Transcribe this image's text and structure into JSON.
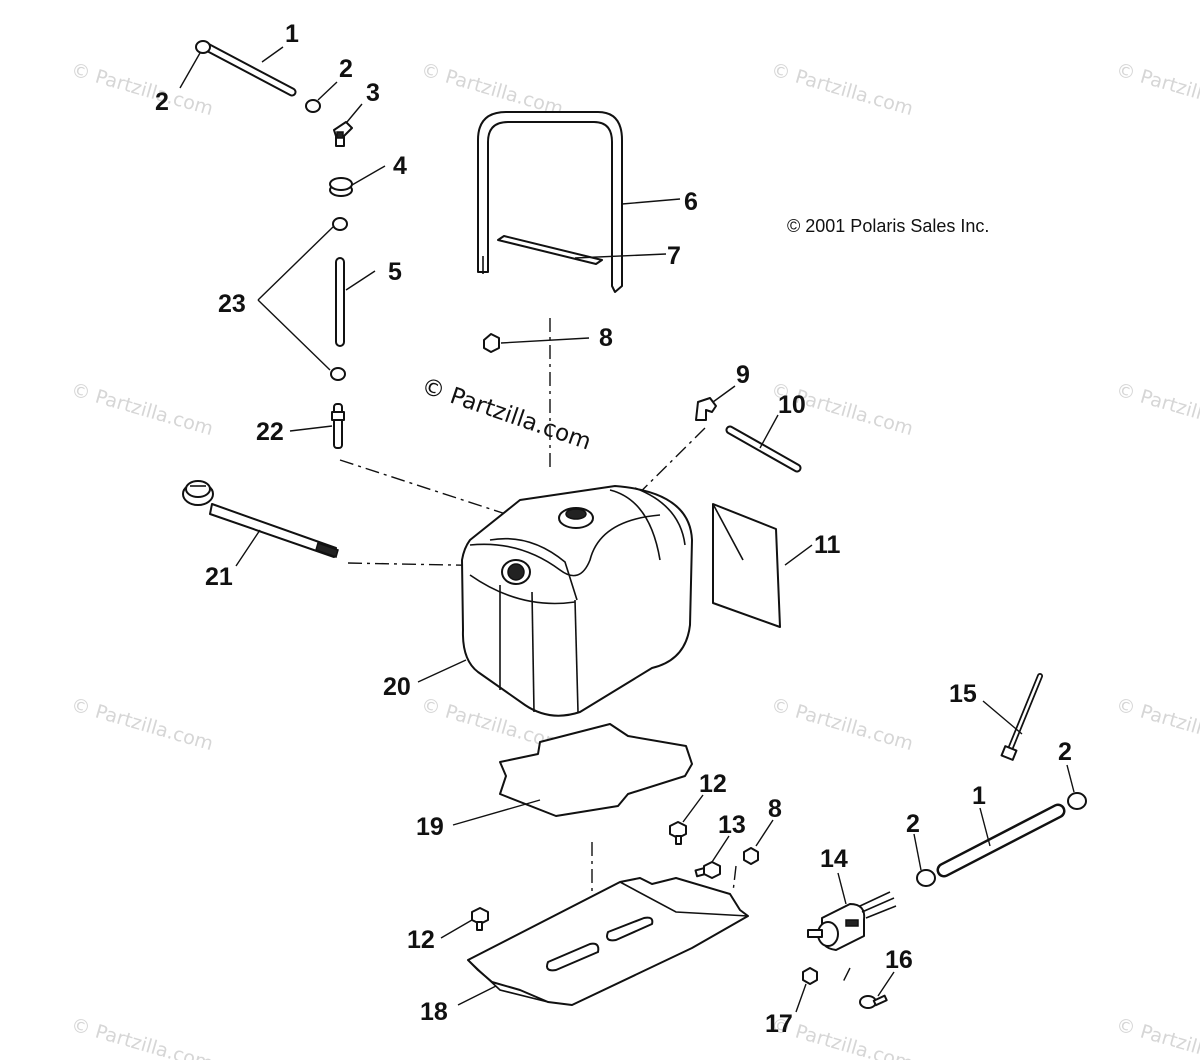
{
  "copyright": "© 2001 Polaris Sales Inc.",
  "watermark_center": "© Partzilla.com",
  "watermark_tile": "© Partzilla.com",
  "callouts": [
    "1",
    "2",
    "2",
    "3",
    "4",
    "5",
    "23",
    "6",
    "7",
    "8",
    "9",
    "10",
    "22",
    "21",
    "11",
    "20",
    "15",
    "2",
    "1",
    "2",
    "12",
    "8",
    "13",
    "19",
    "14",
    "12",
    "16",
    "17",
    "18"
  ],
  "parts": [
    {
      "name": "hose",
      "icon": "hose-icon"
    },
    {
      "name": "clamp",
      "icon": "clamp-icon"
    },
    {
      "name": "fitting",
      "icon": "fitting-icon"
    },
    {
      "name": "grommet",
      "icon": "grommet-icon"
    },
    {
      "name": "vent-tube",
      "icon": "tube-icon"
    },
    {
      "name": "tank-strap",
      "icon": "strap-icon"
    },
    {
      "name": "strap-pad",
      "icon": "pad-icon"
    },
    {
      "name": "nut",
      "icon": "nut-icon"
    },
    {
      "name": "elbow-fitting",
      "icon": "elbow-icon"
    },
    {
      "name": "hose",
      "icon": "hose-icon"
    },
    {
      "name": "heat-shield-pad",
      "icon": "pad-icon"
    },
    {
      "name": "bolt",
      "icon": "bolt-icon"
    },
    {
      "name": "bolt",
      "icon": "bolt-icon"
    },
    {
      "name": "fuel-pump",
      "icon": "pump-icon"
    },
    {
      "name": "tie-strap",
      "icon": "tie-icon"
    },
    {
      "name": "screw",
      "icon": "screw-icon"
    },
    {
      "name": "nut",
      "icon": "nut-icon"
    },
    {
      "name": "tank-bracket",
      "icon": "bracket-icon"
    },
    {
      "name": "tank-pad",
      "icon": "pad-icon"
    },
    {
      "name": "fuel-tank",
      "icon": "tank-icon"
    },
    {
      "name": "fuel-cap-gauge",
      "icon": "fuel-cap-icon"
    },
    {
      "name": "fitting",
      "icon": "fitting-icon"
    },
    {
      "name": "clamp",
      "icon": "clamp-icon"
    }
  ]
}
